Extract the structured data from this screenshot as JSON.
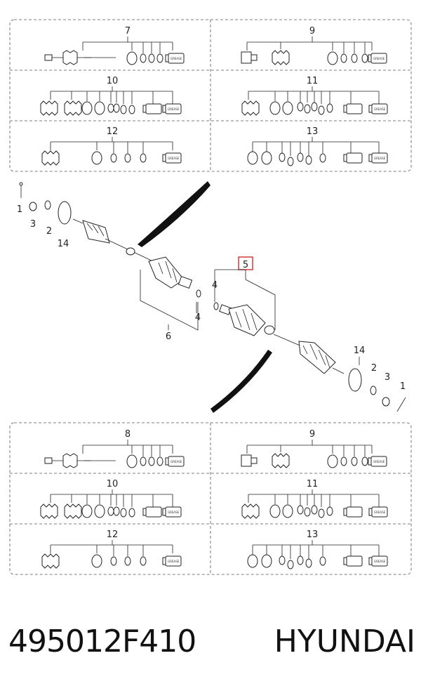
{
  "upper_kit": {
    "row1": {
      "left_label": "7",
      "right_label": "9"
    },
    "row2": {
      "left_label": "10",
      "right_label": "11"
    },
    "row3": {
      "left_label": "12",
      "right_label": "13"
    }
  },
  "lower_kit": {
    "row1": {
      "left_label": "8",
      "right_label": "9"
    },
    "row2": {
      "left_label": "10",
      "right_label": "11"
    },
    "row3": {
      "left_label": "12",
      "right_label": "13"
    }
  },
  "grease_label": "GREASE",
  "callouts": {
    "left_1": "1",
    "left_3": "3",
    "left_2": "2",
    "left_14": "14",
    "left_6": "6",
    "left_4": "4",
    "right_5": "5",
    "right_4": "4",
    "right_14": "14",
    "right_2": "2",
    "right_3": "3",
    "right_1": "1"
  },
  "caption": {
    "part_number": "495012F410",
    "brand": "HYUNDAI"
  },
  "colors": {
    "highlight_box": "#d33b3b",
    "line": "#222222"
  }
}
